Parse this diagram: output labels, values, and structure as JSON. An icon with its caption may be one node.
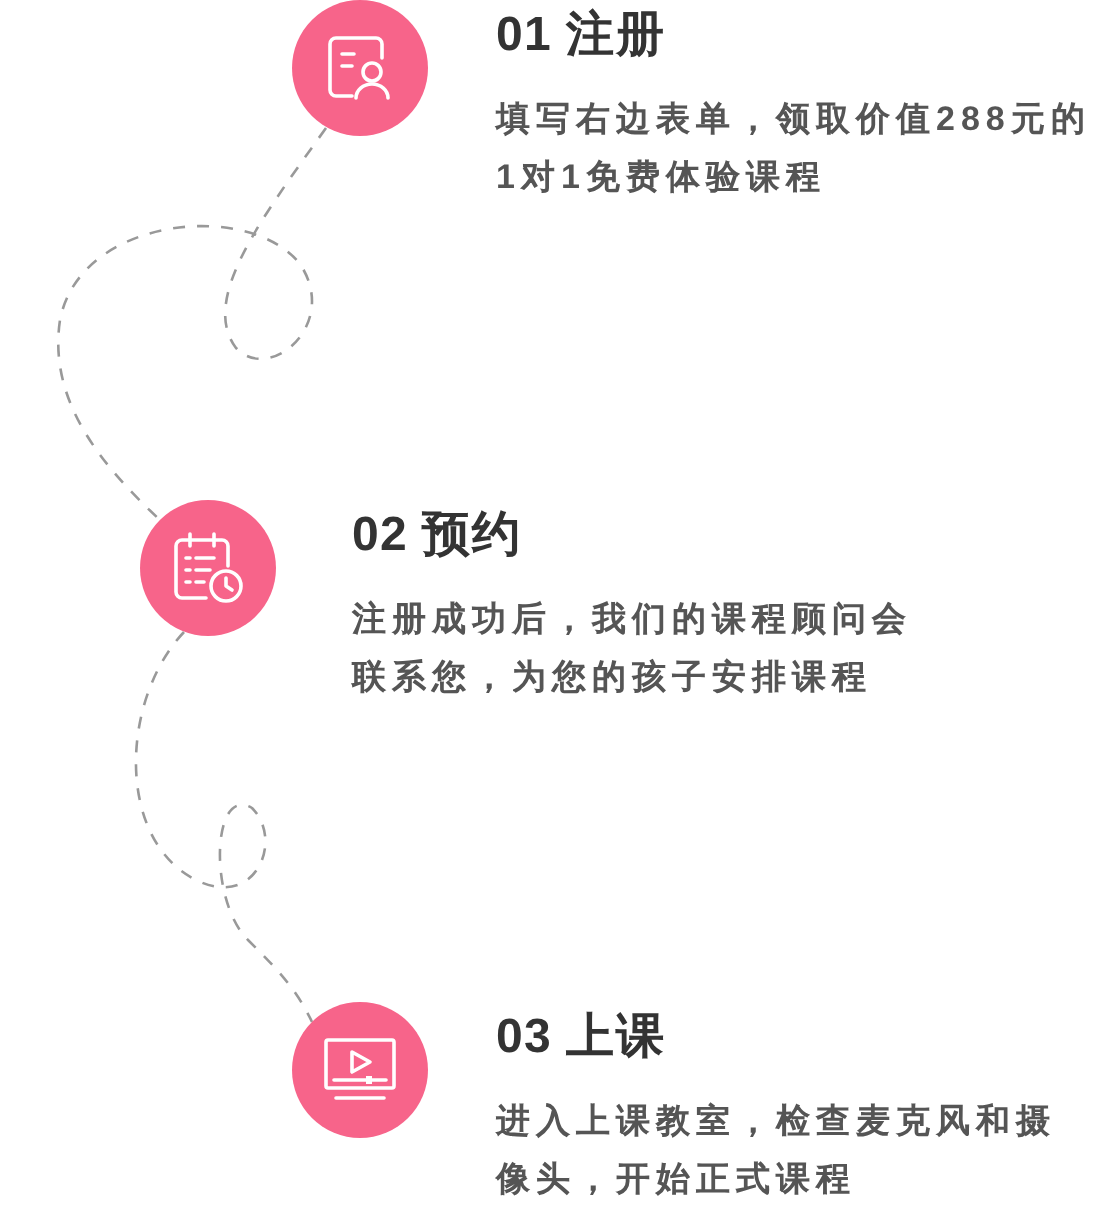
{
  "diagram": {
    "nodes": [
      {
        "text": [],
        "shape": "circle",
        "beside": [
          "01 注册",
          "填写右边表单，领取价值288元的1对1免费体验课程"
        ]
      },
      {
        "text": [],
        "shape": "circle",
        "beside": [
          "02 预约",
          "注册成功后，我们的课程顾问会联系您，为您的孩子安排课程"
        ]
      },
      {
        "text": [],
        "shape": "circle",
        "beside": [
          "03 上课",
          "进入上课教室，检查麦克风和摄像头，开始正式课程"
        ]
      }
    ],
    "edges": [
      {
        "from": 0,
        "to": 1,
        "arrow": "none",
        "style": "dashed"
      },
      {
        "from": 1,
        "to": 2,
        "arrow": "none",
        "style": "dashed"
      }
    ]
  }
}
